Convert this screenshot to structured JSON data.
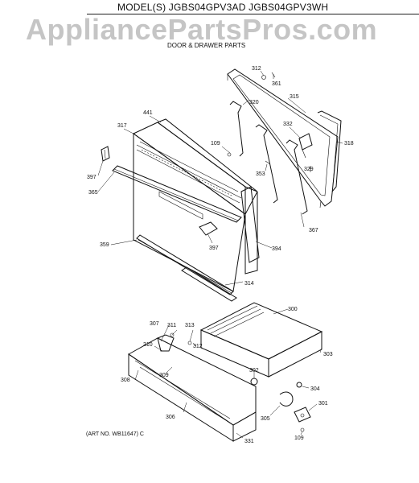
{
  "header": {
    "model_line": "MODEL(S) JGBS04GPV3AD  JGBS04GPV3WH",
    "watermark": "AppliancePartsPros.com",
    "subtitle": "DOOR & DRAWER PARTS"
  },
  "footer": {
    "art_no": "(ART NO. WB11647) C"
  },
  "callouts": [
    "312",
    "361",
    "320",
    "315",
    "441",
    "317",
    "332",
    "318",
    "109",
    "353",
    "329",
    "397",
    "365",
    "367",
    "359",
    "397",
    "394",
    "314",
    "300",
    "307",
    "311",
    "313",
    "312",
    "310",
    "303",
    "309",
    "302",
    "304",
    "308",
    "301",
    "305",
    "306",
    "109",
    "331"
  ]
}
